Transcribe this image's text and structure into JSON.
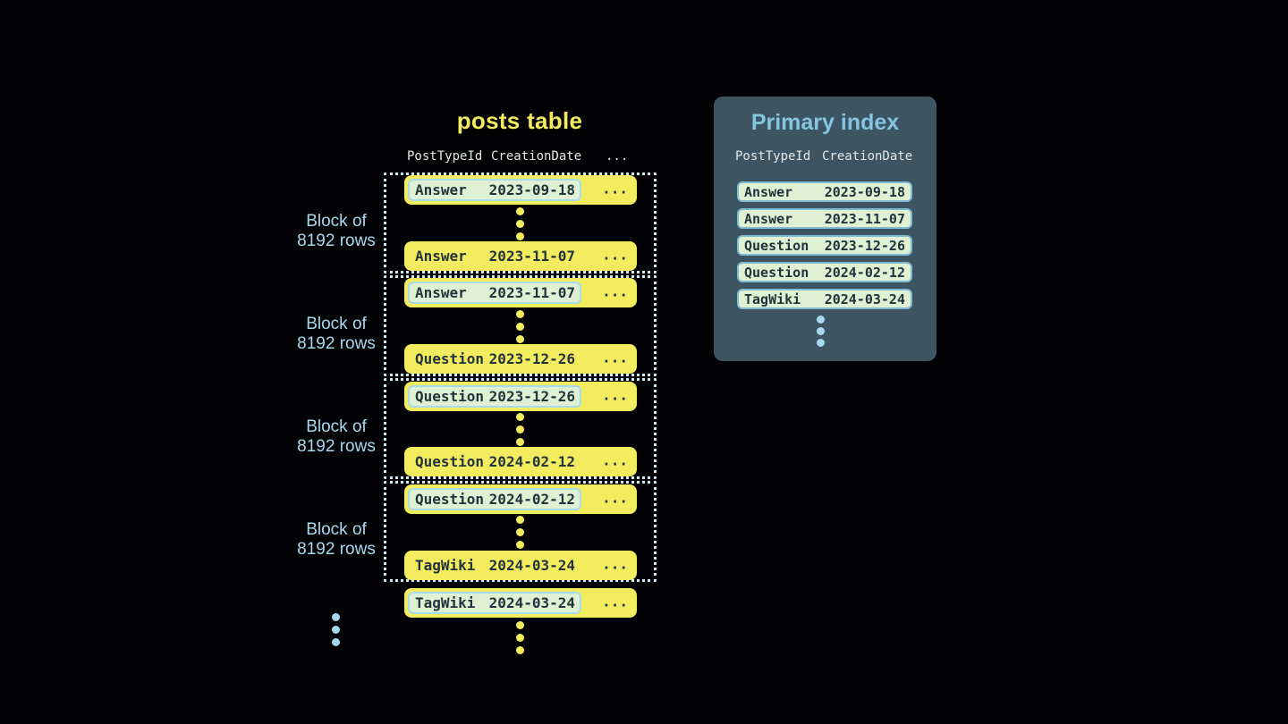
{
  "colors": {
    "background": "#020204",
    "row_yellow": "#f3ec5e",
    "row_text": "#22333e",
    "highlight_bg": "#e0f0d3",
    "highlight_border": "#a6dbec",
    "index_row_border": "#7fbcd4",
    "panel_bg": "#3d5463",
    "panel_title": "#85c5df",
    "label_blue": "#a6d9ef",
    "dotted_border": "#d2ebf5"
  },
  "posts_table": {
    "title": "posts table",
    "header": {
      "col1": "PostTypeId",
      "col2": "CreationDate",
      "col3": "..."
    },
    "row_more": "...",
    "block_label": {
      "line1": "Block of",
      "line2": "8192 rows"
    },
    "blocks": [
      {
        "first": {
          "type": "Answer",
          "date": "2023-09-18"
        },
        "last": {
          "type": "Answer",
          "date": "2023-11-07"
        }
      },
      {
        "first": {
          "type": "Answer",
          "date": "2023-11-07"
        },
        "last": {
          "type": "Question",
          "date": "2023-12-26"
        }
      },
      {
        "first": {
          "type": "Question",
          "date": "2023-12-26"
        },
        "last": {
          "type": "Question",
          "date": "2024-02-12"
        }
      },
      {
        "first": {
          "type": "Question",
          "date": "2024-02-12"
        },
        "last": {
          "type": "TagWiki",
          "date": "2024-03-24"
        }
      }
    ],
    "tail_row": {
      "type": "TagWiki",
      "date": "2024-03-24"
    }
  },
  "primary_index": {
    "title": "Primary index",
    "header": {
      "col1": "PostTypeId",
      "col2": "CreationDate"
    },
    "rows": [
      {
        "type": "Answer",
        "date": "2023-09-18"
      },
      {
        "type": "Answer",
        "date": "2023-11-07"
      },
      {
        "type": "Question",
        "date": "2023-12-26"
      },
      {
        "type": "Question",
        "date": "2024-02-12"
      },
      {
        "type": "TagWiki",
        "date": "2024-03-24"
      }
    ]
  }
}
